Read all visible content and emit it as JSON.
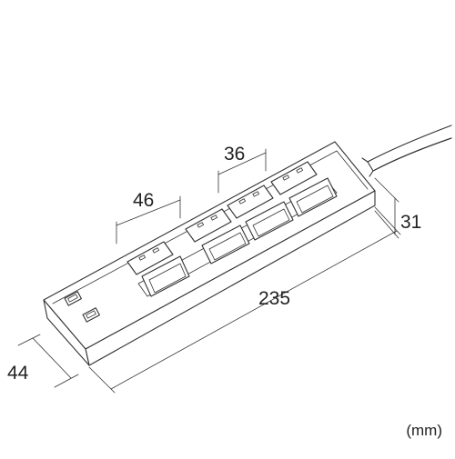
{
  "diagram": {
    "dimensions": {
      "outlet_pitch_1": "46",
      "outlet_pitch_2": "36",
      "height": "31",
      "length": "235",
      "width": "44"
    },
    "unit_label": "(mm)",
    "colors": {
      "line": "#333333",
      "background": "#ffffff"
    }
  }
}
